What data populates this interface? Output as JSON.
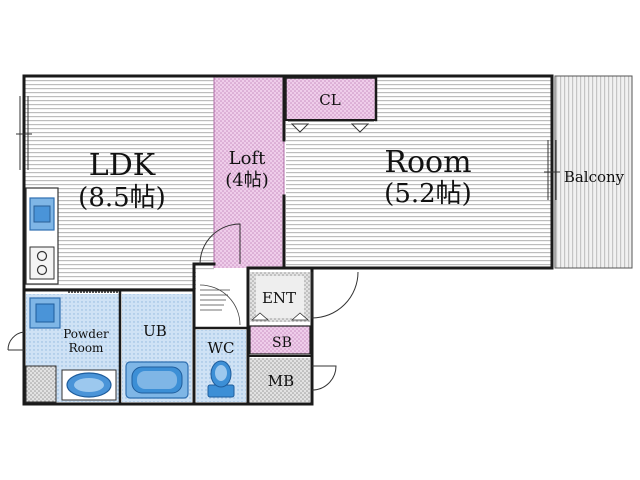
{
  "rooms": {
    "ldk_name": "LDK",
    "ldk_size": "(8.5帖)",
    "loft_name": "Loft",
    "loft_size": "(4帖)",
    "room_name": "Room",
    "room_size": "(5.2帖)",
    "closet": "CL",
    "balcony": "Balcony",
    "entrance": "ENT",
    "shoe_box": "SB",
    "meter_box": "MB",
    "toilet": "WC",
    "unit_bath": "UB",
    "powder_room_line1": "Powder",
    "powder_room_line2": "Room"
  },
  "colors": {
    "wall": "#1a1a1a",
    "floor_stripe": "#b8b8b8",
    "loft_pink": "#e8bfe0",
    "closet_pink": "#ecc4e4",
    "wet_area_blue": "#c6dcf2",
    "fixture_blue": "#3c8fd6",
    "utility_gray": "#d8d8d8",
    "balcony_gray": "#e6e6e6"
  }
}
